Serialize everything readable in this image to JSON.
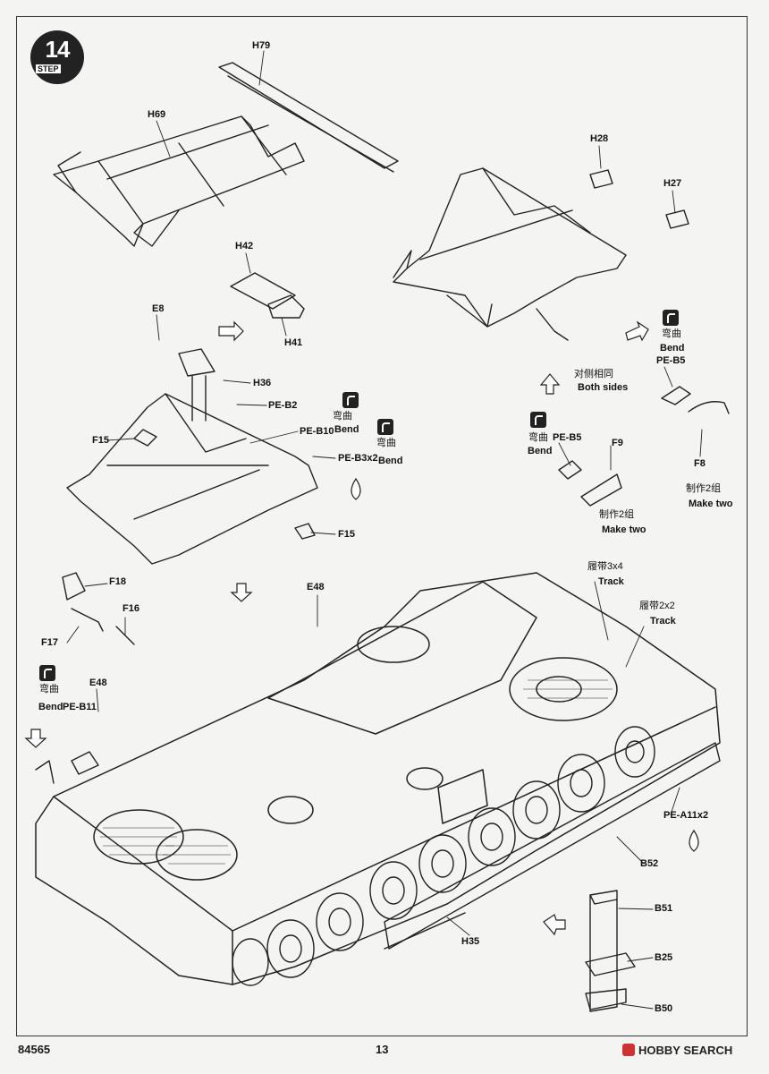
{
  "step": {
    "number": "14",
    "word": "STEP"
  },
  "parts": {
    "H79": "H79",
    "H69": "H69",
    "H28": "H28",
    "H27": "H27",
    "H42": "H42",
    "H41": "H41",
    "E8": "E8",
    "H36": "H36",
    "PE_B2": "PE-B2",
    "PE_B10": "PE-B10",
    "PE_B3x2": "PE-B3x2",
    "F15a": "F15",
    "F15b": "F15",
    "PE_B5a": "PE-B5",
    "PE_B5b": "PE-B5",
    "F9": "F9",
    "F8": "F8",
    "F18": "F18",
    "F16": "F16",
    "F17": "F17",
    "E48a": "E48",
    "E48b": "E48",
    "PE_B11": "PE-B11",
    "PE_A11x2": "PE-A11x2",
    "B52": "B52",
    "H35": "H35",
    "B51": "B51",
    "B25": "B25",
    "B50": "B50"
  },
  "notes": {
    "both_sides_cn": "对侧相同",
    "both_sides_en": "Both sides",
    "bend_cn": "弯曲",
    "bend_en": "Bend",
    "make_two_cn": "制作2组",
    "make_two_en": "Make two",
    "track34_cn": "履带3x4",
    "track34_en": "Track",
    "track22_cn": "履带2x2",
    "track22_en": "Track"
  },
  "footer": {
    "code": "84565",
    "page": "13",
    "watermark": "HOBBY SEARCH"
  }
}
